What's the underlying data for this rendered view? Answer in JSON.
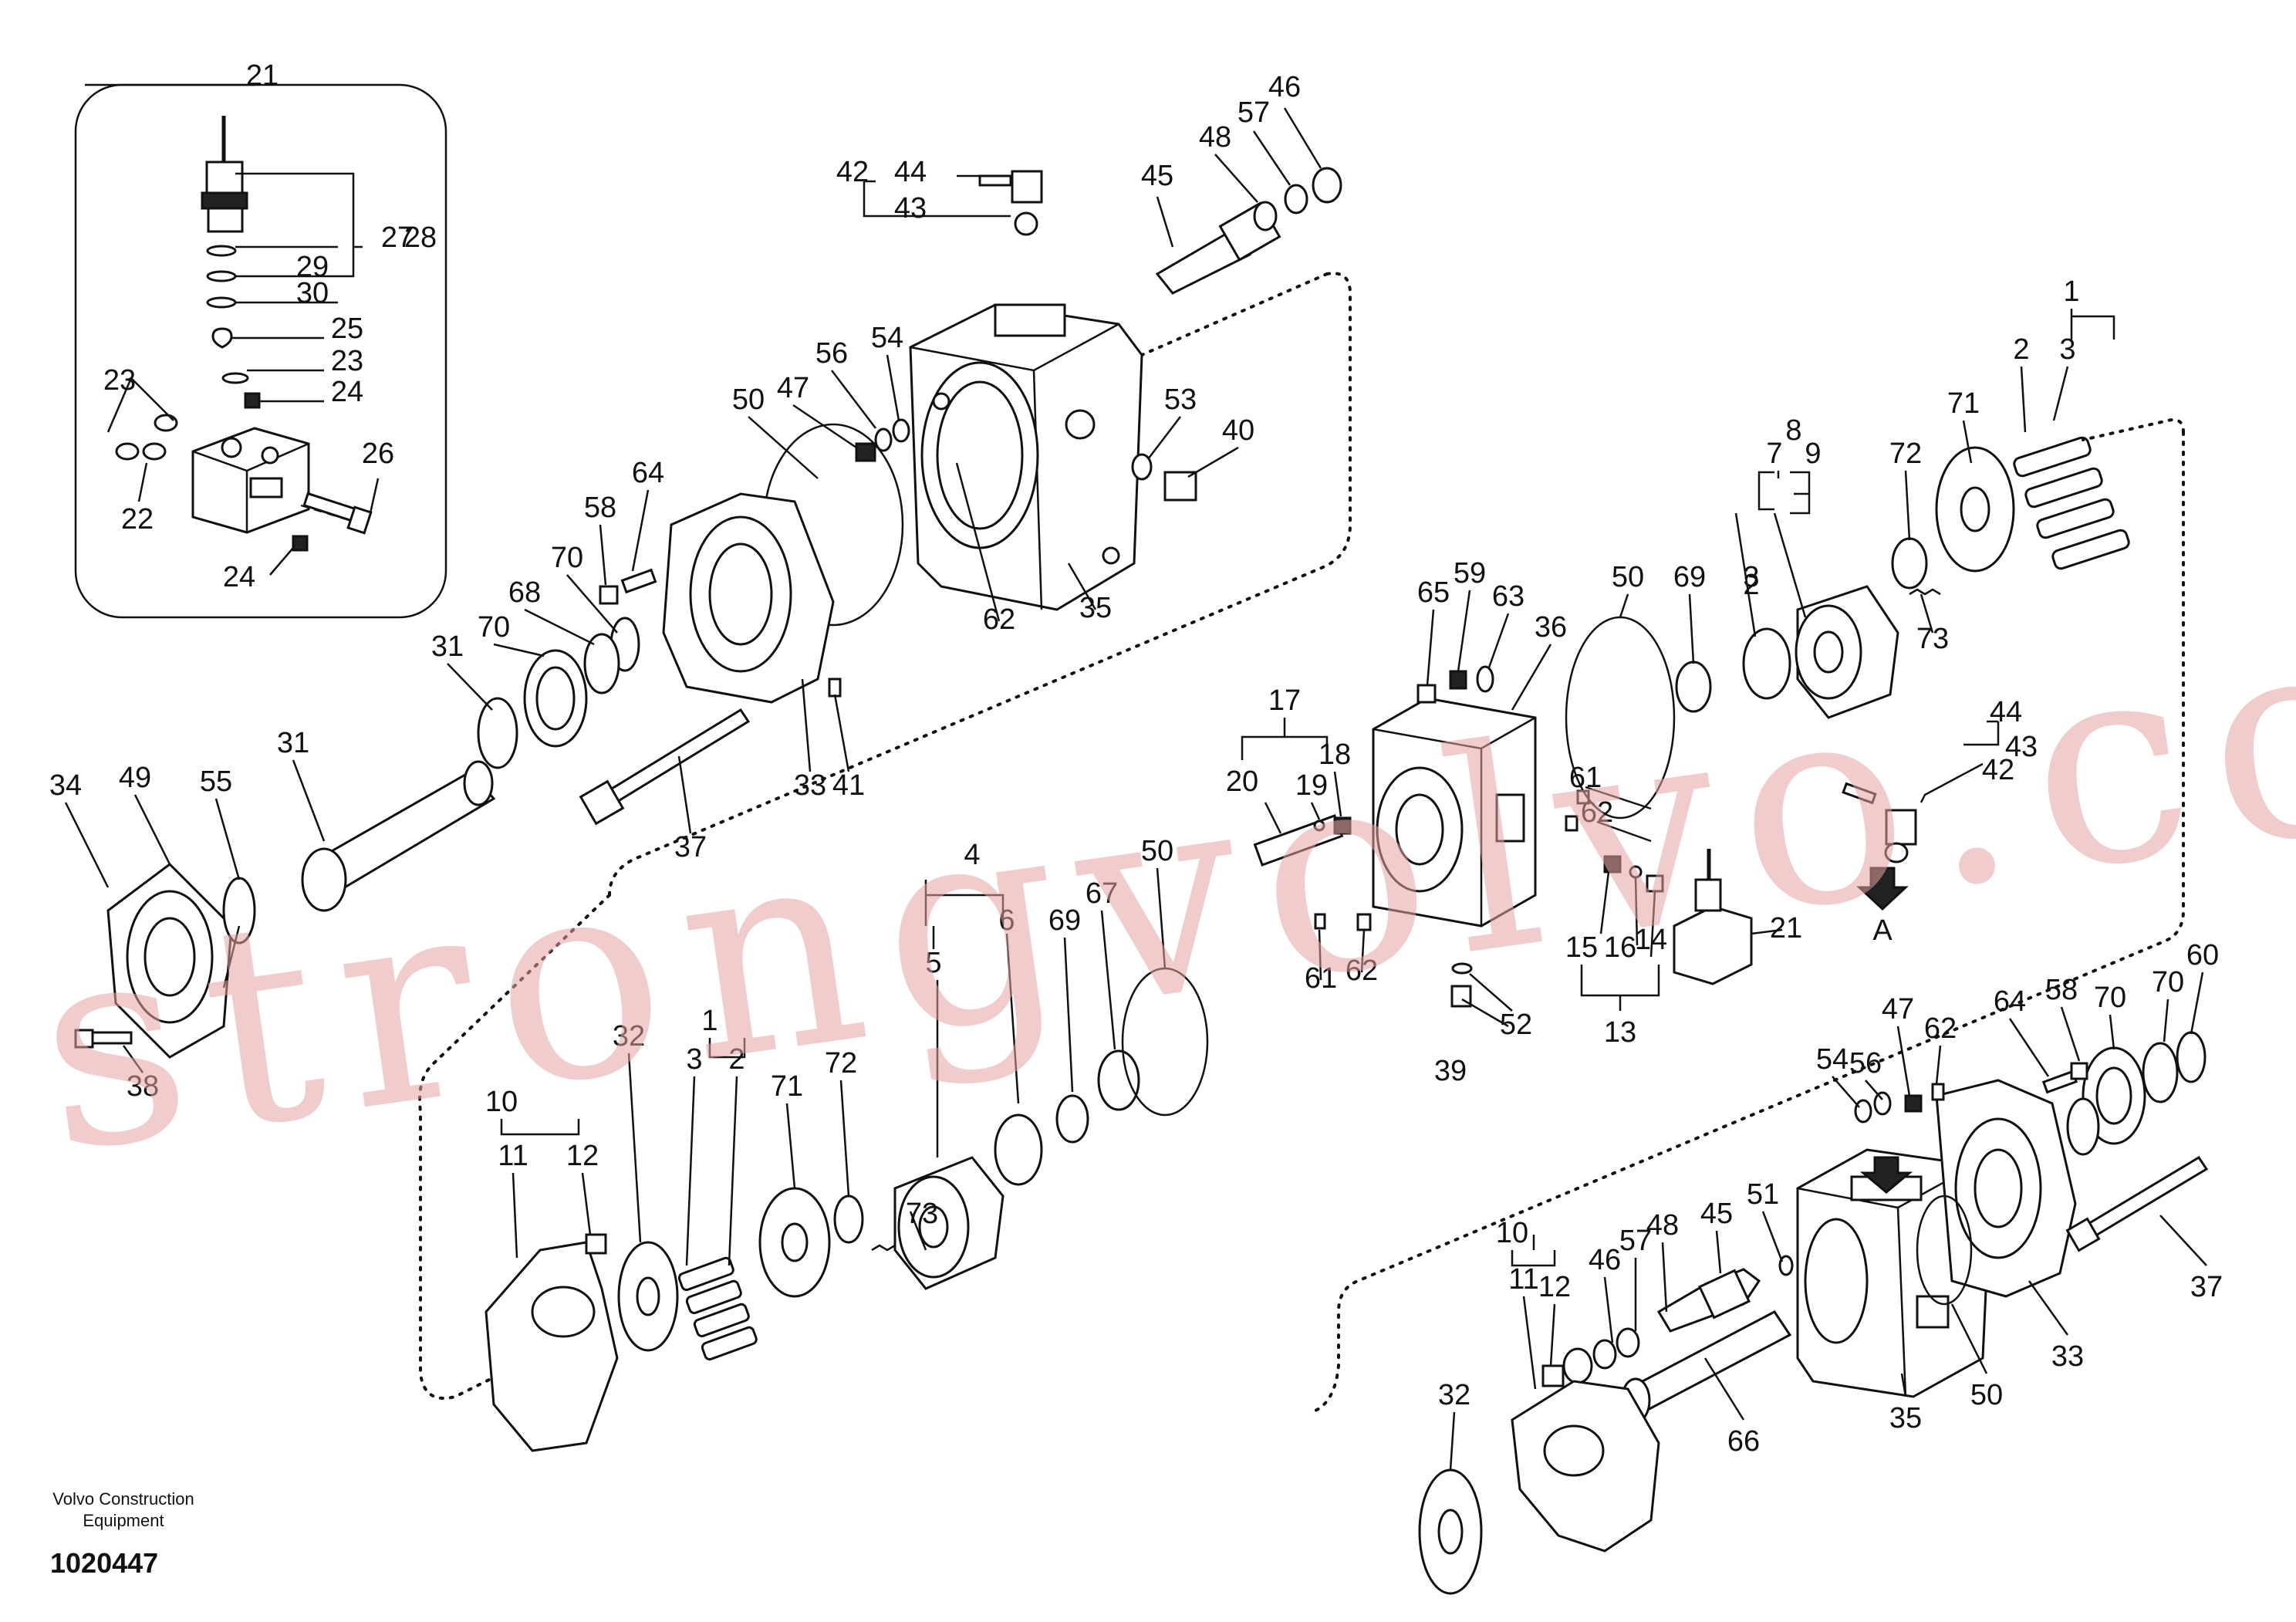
{
  "diagram": {
    "company": "Volvo Construction\nEquipment",
    "company_line1": "Volvo Construction",
    "company_line2": "Equipment",
    "drawing_number": "1020447",
    "watermark": "strongvolvo.com",
    "view_marker": "A"
  },
  "callouts": [
    "1",
    "2",
    "3",
    "4",
    "5",
    "6",
    "7",
    "8",
    "9",
    "10",
    "11",
    "12",
    "13",
    "14",
    "15",
    "16",
    "17",
    "18",
    "19",
    "20",
    "21",
    "22",
    "23",
    "24",
    "25",
    "26",
    "27",
    "28",
    "29",
    "30",
    "31",
    "32",
    "33",
    "34",
    "35",
    "36",
    "37",
    "38",
    "39",
    "40",
    "41",
    "42",
    "43",
    "44",
    "45",
    "46",
    "47",
    "48",
    "49",
    "50",
    "51",
    "52",
    "53",
    "54",
    "55",
    "56",
    "57",
    "58",
    "59",
    "60",
    "61",
    "62",
    "63",
    "64",
    "65",
    "66",
    "67",
    "68",
    "69",
    "70",
    "71",
    "72",
    "73"
  ]
}
